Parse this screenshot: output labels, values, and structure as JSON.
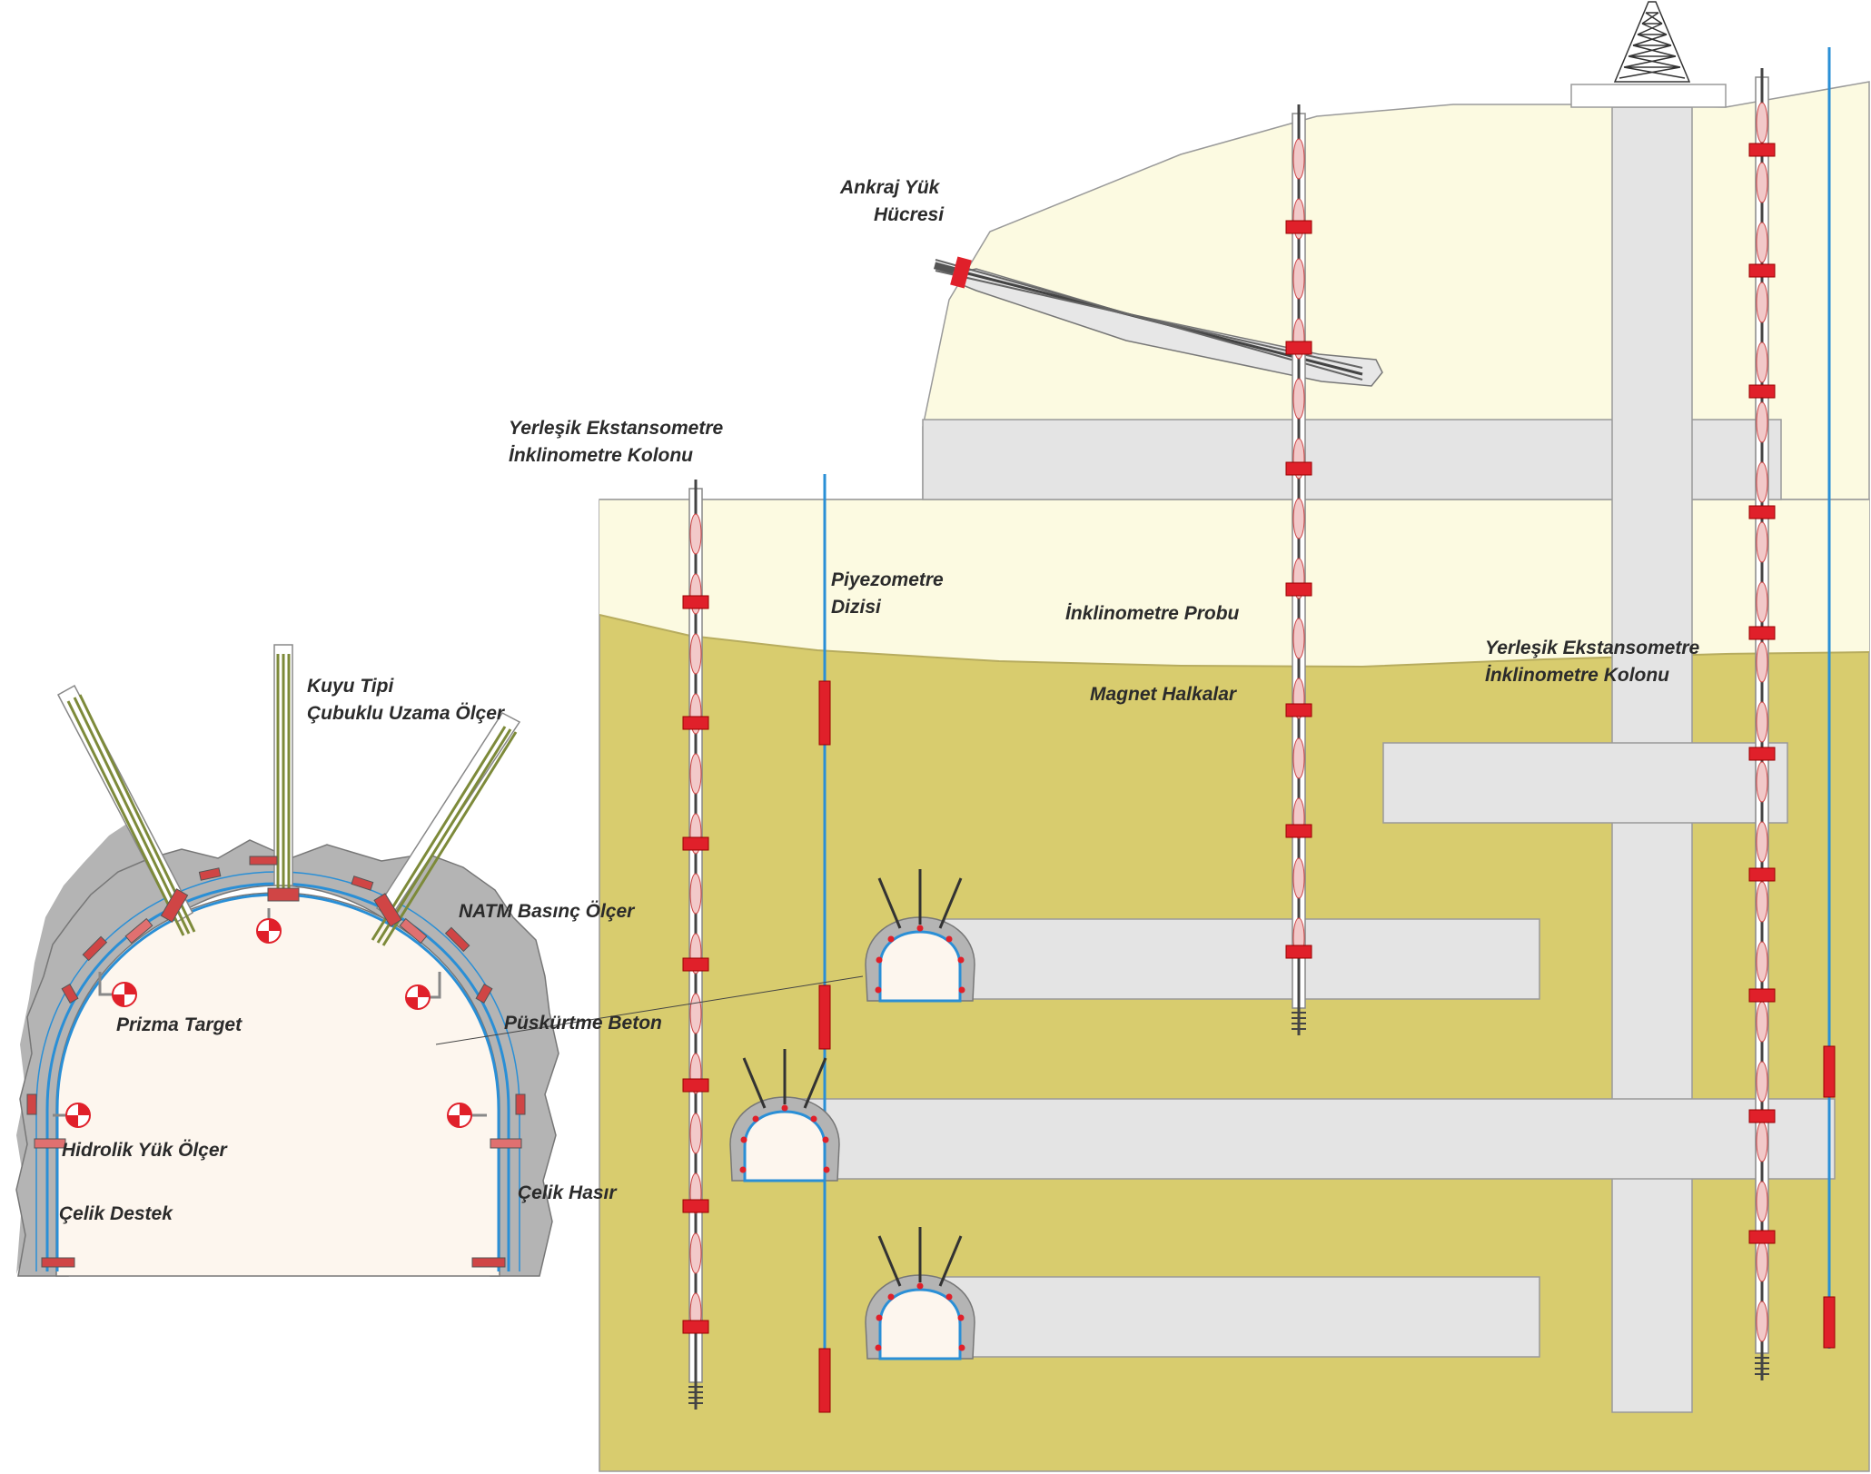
{
  "colors": {
    "soil_upper": "#fcfae1",
    "soil_lower": "#d8cc6e",
    "tunnel_gallery": "#e4e4e4",
    "shotcrete": "#b4b4b4",
    "tunnel_interior": "#fdf6ee",
    "steel_support": "#2a8fd6",
    "instrument_red": "#e0202a",
    "piezometer_line": "#2a8fd6",
    "rock_bolt": "#7d8a3a",
    "label_text": "#2b2b2b"
  },
  "icons": {
    "prism_target": "prism-target-icon",
    "drill_rig": "drill-rig-icon",
    "anchor_head": "anchor-head-icon"
  },
  "labels": {
    "ankraj_line1": "Ankraj Yük",
    "ankraj_line2": "Hücresi",
    "ext_inc_left_line1": "Yerleşik Ekstansometre",
    "ext_inc_left_line2": "İnklinometre Kolonu",
    "piezometer_line1": "Piyezometre",
    "piezometer_line2": "Dizisi",
    "inclinometer_probe": "İnklinometre Probu",
    "magnet_rings": "Magnet Halkalar",
    "ext_inc_right_line1": "Yerleşik Ekstansometre",
    "ext_inc_right_line2": "İnklinometre Kolonu",
    "borehole_line1": "Kuyu Tipi",
    "borehole_line2": "Çubuklu Uzama Ölçer",
    "natm": "NATM Basınç Ölçer",
    "prism": "Prizma Target",
    "shotcrete": "Püskürtme Beton",
    "hydraulic": "Hidrolik Yük Ölçer",
    "steel_support": "Çelik Destek",
    "steel_mesh": "Çelik Hasır"
  }
}
